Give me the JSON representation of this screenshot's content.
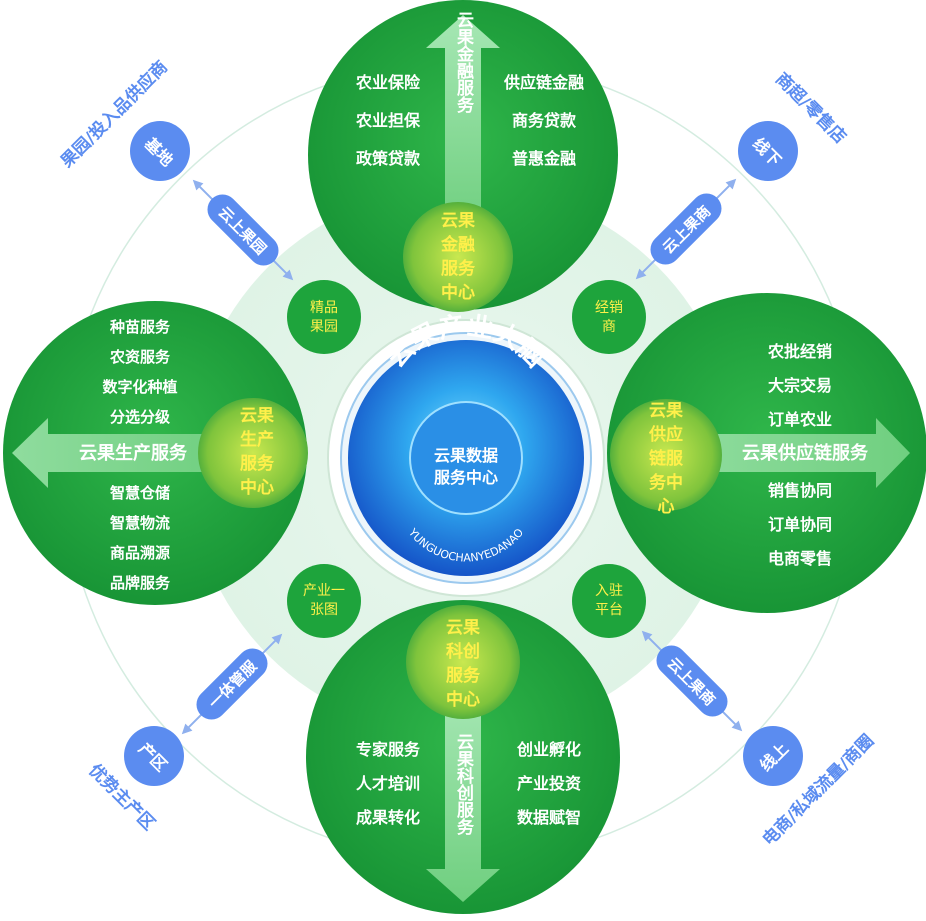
{
  "center": {
    "title": "云果产业大脑",
    "inner_line1": "云果数据",
    "inner_line2": "服务中心",
    "pinyin": "YUNGUOCHANYEDANAO"
  },
  "top": {
    "arrow_label": "云果金融服务",
    "hub": [
      "云果",
      "金融",
      "服务",
      "中心"
    ],
    "left_items": [
      "农业保险",
      "农业担保",
      "政策贷款"
    ],
    "right_items": [
      "供应链金融",
      "商务贷款",
      "普惠金融"
    ]
  },
  "left": {
    "arrow_label": "云果生产服务",
    "hub": [
      "云果",
      "生产",
      "服务",
      "中心"
    ],
    "upper_items": [
      "种苗服务",
      "农资服务",
      "数字化种植",
      "分选分级"
    ],
    "lower_items": [
      "智慧仓储",
      "智慧物流",
      "商品溯源",
      "品牌服务"
    ]
  },
  "right": {
    "arrow_label": "云果供应链服务",
    "hub": [
      "云果",
      "供应",
      "链服",
      "务中",
      "心"
    ],
    "upper_items": [
      "农批经销",
      "大宗交易",
      "订单农业"
    ],
    "lower_items": [
      "销售协同",
      "订单协同",
      "电商零售"
    ]
  },
  "bottom": {
    "arrow_label": "云果科创服务",
    "hub": [
      "云果",
      "科创",
      "服务",
      "中心"
    ],
    "left_items": [
      "专家服务",
      "人才培训",
      "成果转化"
    ],
    "right_items": [
      "创业孵化",
      "产业投资",
      "数据赋智"
    ]
  },
  "small_circles": {
    "tl": [
      "精品",
      "果园"
    ],
    "tr": [
      "经销",
      "商"
    ],
    "bl": [
      "产业一",
      "张图"
    ],
    "br": [
      "入驻",
      "平台"
    ]
  },
  "corners": {
    "tl": {
      "badge": "基地",
      "caption": "果园/投入品供应商",
      "pill": "云上果园"
    },
    "tr": {
      "badge": "线下",
      "caption": "商超/零售店",
      "pill": "云上果商"
    },
    "bl": {
      "badge": "产区",
      "caption": "优势主产区",
      "pill": "一体管服"
    },
    "br": {
      "badge": "线上",
      "caption": "电商/私域流量/商圈",
      "pill": "云上果商"
    }
  },
  "colors": {
    "green": "#1f9e3a",
    "green_light": "#3cc04f",
    "hub_yellow": "#fff04a",
    "blue": "#5b8cf0",
    "center_blue": "#1a6fd8"
  }
}
